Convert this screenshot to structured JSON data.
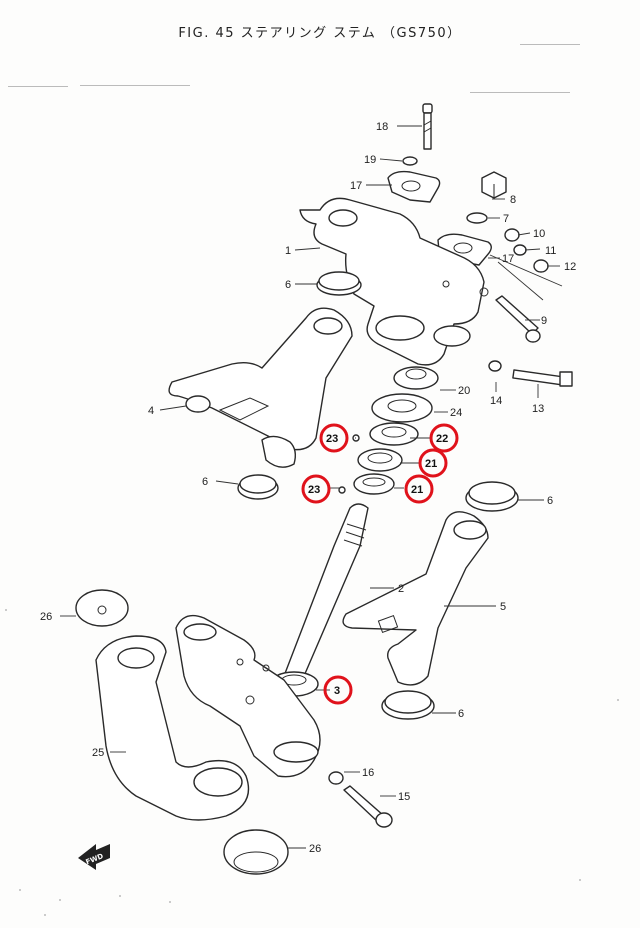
{
  "title": "FIG. 45  ステアリング  ステム  （GS750）",
  "fwd_label": "FWD",
  "callouts": {
    "c1": "1",
    "c2": "2",
    "c3": "3",
    "c4": "4",
    "c5": "5",
    "c6a": "6",
    "c6b": "6",
    "c6c": "6",
    "c6d": "6",
    "c7": "7",
    "c8": "8",
    "c9": "9",
    "c10": "10",
    "c11": "11",
    "c12": "12",
    "c13": "13",
    "c14": "14",
    "c15": "15",
    "c16": "16",
    "c17a": "17",
    "c17b": "17",
    "c18": "18",
    "c19": "19",
    "c20": "20",
    "c21a": "21",
    "c21b": "21",
    "c22": "22",
    "c23a": "23",
    "c23b": "23",
    "c24": "24",
    "c25": "25",
    "c26a": "26",
    "c26b": "26"
  },
  "highlight_color": "#e0121b"
}
